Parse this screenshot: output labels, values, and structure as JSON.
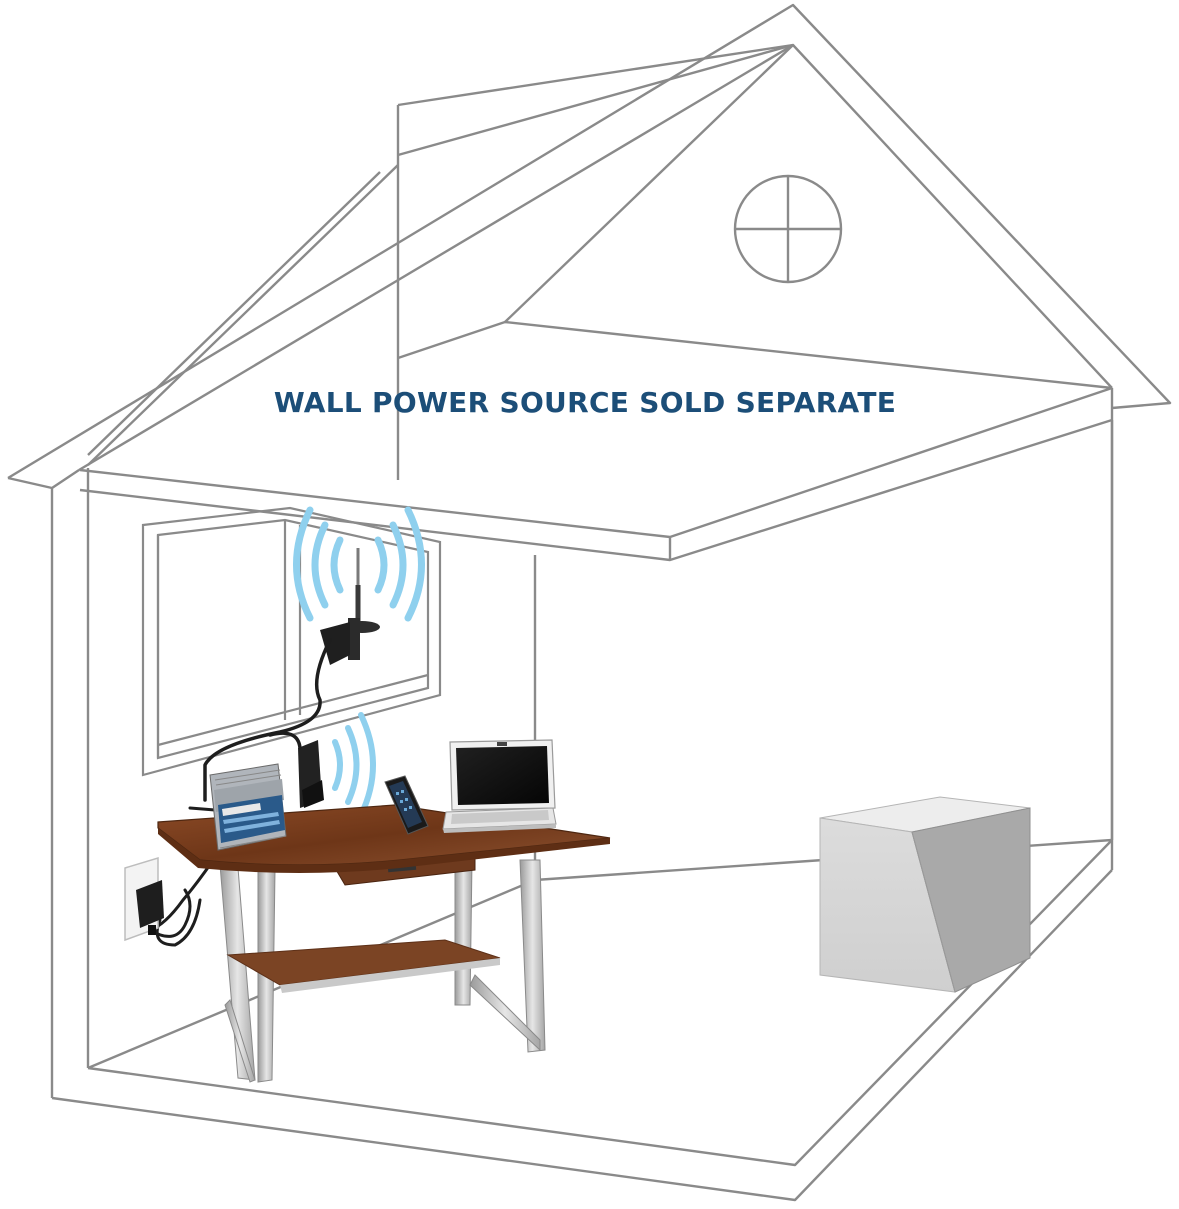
{
  "banner": {
    "text": "WALL POWER SOURCE SOLD SEPARATE"
  },
  "colors": {
    "outline": "#8a8a8a",
    "banner_text": "#1c4e78",
    "signal_wave": "#8fd0ee",
    "desk_top": "#7a3e20",
    "desk_frame": "#b9b9b9",
    "cable": "#1e1e1e",
    "booster_panel": "#2a5a8a",
    "box": "#d3d3d3"
  },
  "scene": {
    "objects": [
      "house-outline",
      "attic-round-window",
      "window",
      "outside-antenna",
      "inside-antenna",
      "signal-booster",
      "desk",
      "laptop",
      "smartphone",
      "wall-outlet",
      "power-adapter",
      "storage-box"
    ],
    "icons": [
      "signal-waves-icon"
    ]
  }
}
